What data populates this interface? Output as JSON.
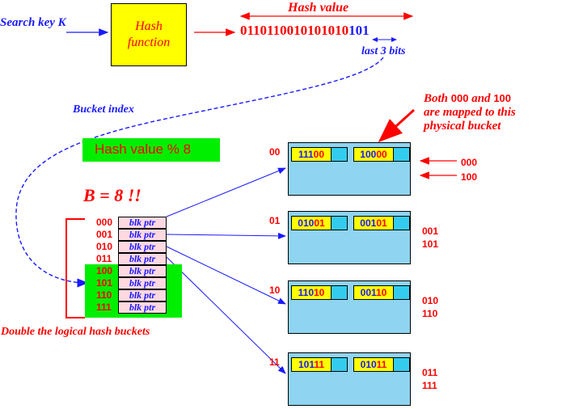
{
  "labels": {
    "search_key": "Search key K",
    "hash_function_line1": "Hash",
    "hash_function_line2": "function",
    "hash_value_title": "Hash value",
    "hash_value_prefix": "0110110010101010",
    "hash_value_suffix": "101",
    "last_bits": "last 3 bits",
    "bucket_index": "Bucket index",
    "hash_mod": "Hash value % 8",
    "b_equals": "B = 8 !!",
    "double_note": "Double the logical hash buckets",
    "note_line1_a": "Both",
    "note_line1_b": "000",
    "note_line1_c": "and",
    "note_line1_d": "100",
    "note_line2": "are mapped to this",
    "note_line3": "physical bucket"
  },
  "directory": [
    {
      "label": "000",
      "ptr": "blk ptr"
    },
    {
      "label": "001",
      "ptr": "blk ptr"
    },
    {
      "label": "010",
      "ptr": "blk ptr"
    },
    {
      "label": "011",
      "ptr": "blk ptr"
    },
    {
      "label": "100",
      "ptr": "blk ptr"
    },
    {
      "label": "101",
      "ptr": "blk ptr"
    },
    {
      "label": "110",
      "ptr": "blk ptr"
    },
    {
      "label": "111",
      "ptr": "blk ptr"
    }
  ],
  "buckets": [
    {
      "index": "00",
      "slot1": {
        "prefix": "111",
        "suffix": "00"
      },
      "slot2": {
        "prefix": "100",
        "suffix": "00"
      },
      "right_labels": [
        "000",
        "100"
      ]
    },
    {
      "index": "01",
      "slot1": {
        "prefix": "010",
        "suffix": "01"
      },
      "slot2": {
        "prefix": "001",
        "suffix": "01"
      },
      "right_labels": [
        "001",
        "101"
      ]
    },
    {
      "index": "10",
      "slot1": {
        "prefix": "110",
        "suffix": "10"
      },
      "slot2": {
        "prefix": "001",
        "suffix": "10"
      },
      "right_labels": [
        "010",
        "110"
      ]
    },
    {
      "index": "11",
      "slot1": {
        "prefix": "101",
        "suffix": "11"
      },
      "slot2": {
        "prefix": "010",
        "suffix": "11"
      },
      "right_labels": [
        "011",
        "111"
      ]
    }
  ],
  "colors": {
    "red": "#ff0000",
    "blue": "#1a1aff",
    "yellow": "#ffff00",
    "green": "#00ee00",
    "bucket": "#8fd4f0",
    "slot": "#33ccee",
    "directory_row": "#ffd8e0"
  }
}
